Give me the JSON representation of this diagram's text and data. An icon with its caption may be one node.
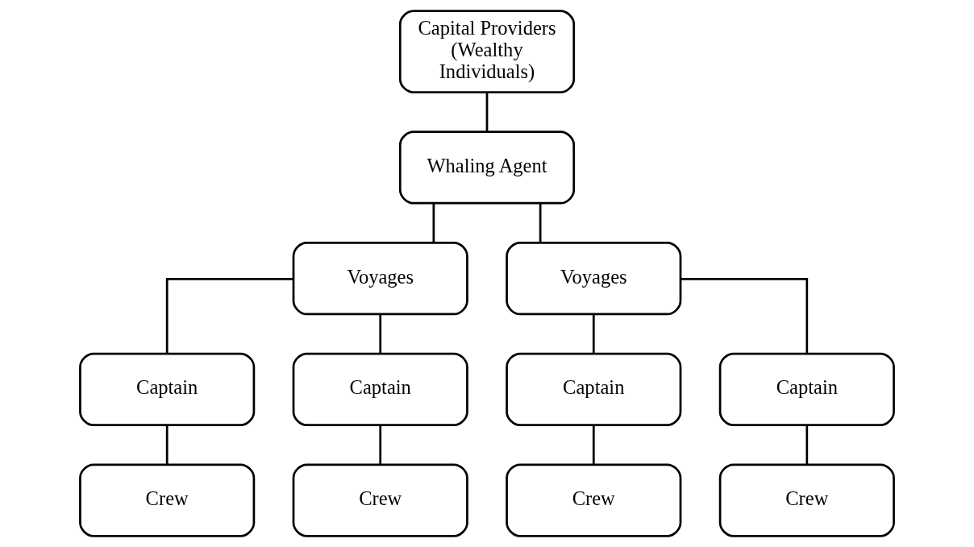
{
  "diagram": {
    "nodes": [
      {
        "text": [
          "Capital Providers (Wealthy Individuals)"
        ]
      },
      {
        "text": [
          "Whaling Agent"
        ]
      },
      {
        "text": [
          "Voyages"
        ]
      },
      {
        "text": [
          "Voyages"
        ]
      },
      {
        "text": [
          "Captain"
        ]
      },
      {
        "text": [
          "Captain"
        ]
      },
      {
        "text": [
          "Captain"
        ]
      },
      {
        "text": [
          "Captain"
        ]
      },
      {
        "text": [
          "Crew"
        ]
      },
      {
        "text": [
          "Crew"
        ]
      },
      {
        "text": [
          "Crew"
        ]
      },
      {
        "text": [
          "Crew"
        ]
      }
    ],
    "edges": [
      {
        "from": 0,
        "to": 1,
        "arrow": "none"
      },
      {
        "from": 1,
        "to": 2,
        "arrow": "none"
      },
      {
        "from": 1,
        "to": 3,
        "arrow": "none"
      },
      {
        "from": 2,
        "to": 4,
        "arrow": "none"
      },
      {
        "from": 2,
        "to": 5,
        "arrow": "none"
      },
      {
        "from": 3,
        "to": 6,
        "arrow": "none"
      },
      {
        "from": 3,
        "to": 7,
        "arrow": "none"
      },
      {
        "from": 4,
        "to": 8,
        "arrow": "none"
      },
      {
        "from": 5,
        "to": 9,
        "arrow": "none"
      },
      {
        "from": 6,
        "to": 10,
        "arrow": "none"
      },
      {
        "from": 7,
        "to": 11,
        "arrow": "none"
      }
    ]
  }
}
